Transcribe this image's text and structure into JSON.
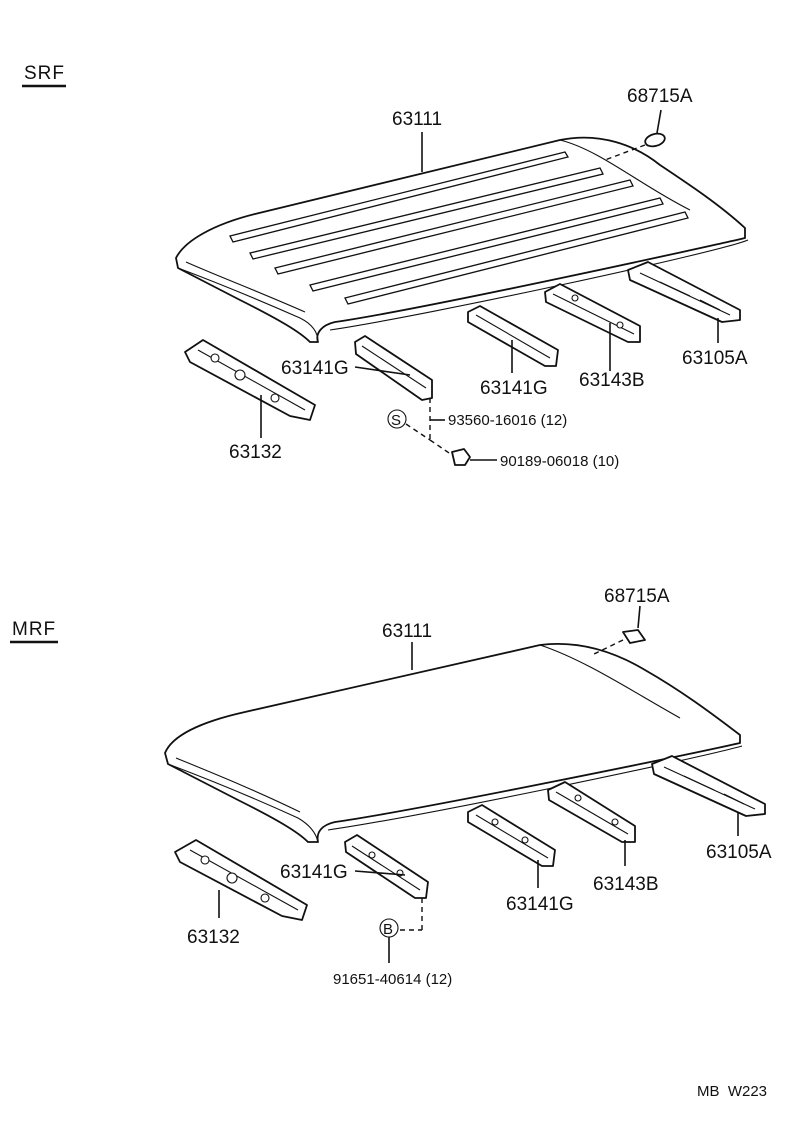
{
  "sections": {
    "srf": {
      "label": "SRF",
      "parts": {
        "roof_panel": "63111",
        "emblem": "68715A",
        "front_header": "63132",
        "roof_bow_front": "63141G",
        "roof_bow_mid": "63141G",
        "roof_bow_b": "63143B",
        "rear_header": "63105A",
        "screw": "93560-16016 (12)",
        "nut": "90189-06018 (10)"
      },
      "symbols": {
        "screw_mark": "S"
      }
    },
    "mrf": {
      "label": "MRF",
      "parts": {
        "roof_panel": "63111",
        "emblem": "68715A",
        "front_header": "63132",
        "roof_bow_front": "63141G",
        "roof_bow_mid": "63141G",
        "roof_bow_b": "63143B",
        "rear_header": "63105A",
        "bolt": "91651-40614 (12)"
      },
      "symbols": {
        "bolt_mark": "B"
      }
    }
  },
  "footer": {
    "code": "MB  W223"
  }
}
